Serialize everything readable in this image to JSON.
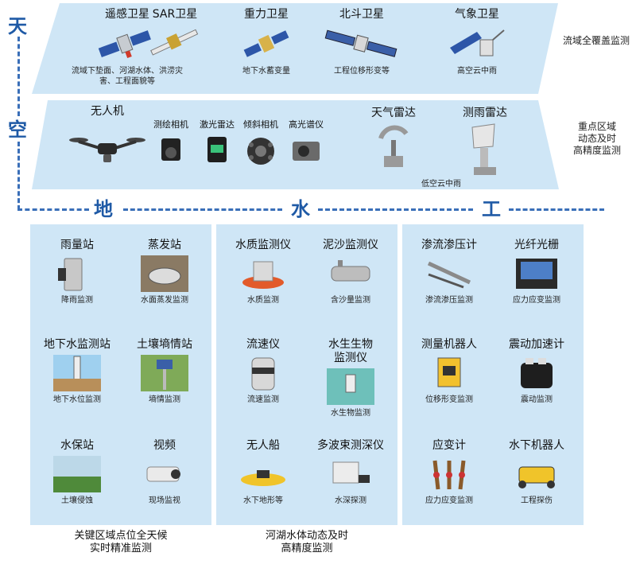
{
  "tiers": {
    "sky_char": "天",
    "air_char": "空",
    "ground_chars": [
      "地",
      "水",
      "工"
    ],
    "satellite_label": "流域全覆盖监测",
    "air_label": "重点区域\n动态及时\n高精度监测"
  },
  "satellites": [
    {
      "title": "遥感卫星",
      "desc": "流域下垫面、河湖水体、洪涝灾害、工程面貌等",
      "icon": "remote-sensing-satellite-icon"
    },
    {
      "title": "SAR卫星",
      "desc": "",
      "icon": "sar-satellite-icon"
    },
    {
      "title": "重力卫星",
      "desc": "地下水蓄变量",
      "icon": "gravity-satellite-icon"
    },
    {
      "title": "北斗卫星",
      "desc": "工程位移形变等",
      "icon": "beidou-satellite-icon"
    },
    {
      "title": "气象卫星",
      "desc": "高空云中雨",
      "icon": "weather-satellite-icon"
    }
  ],
  "air": {
    "drone_title": "无人机",
    "drone_payloads": [
      {
        "title": "测绘相机",
        "icon": "mapping-camera-icon"
      },
      {
        "title": "激光雷达",
        "icon": "lidar-icon"
      },
      {
        "title": "倾斜相机",
        "icon": "oblique-camera-icon"
      },
      {
        "title": "高光谱仪",
        "icon": "hyperspectral-icon"
      }
    ],
    "radars": [
      {
        "title": "天气雷达",
        "icon": "weather-radar-icon"
      },
      {
        "title": "测雨雷达",
        "icon": "rain-radar-icon"
      }
    ],
    "radar_desc": "低空云中雨"
  },
  "ground": {
    "columns": [
      {
        "items": [
          {
            "title": "雨量站",
            "desc": "降雨监测",
            "icon": "rain-gauge-icon"
          },
          {
            "title": "蒸发站",
            "desc": "水面蒸发监测",
            "icon": "evaporation-station-icon"
          },
          {
            "title": "地下水监测站",
            "desc": "地下水位监测",
            "icon": "groundwater-station-icon"
          },
          {
            "title": "土壤墒情站",
            "desc": "墒情监测",
            "icon": "soil-moisture-station-icon"
          },
          {
            "title": "水保站",
            "desc": "土壤侵蚀",
            "icon": "soil-conservation-icon"
          },
          {
            "title": "视频",
            "desc": "现场监视",
            "icon": "video-camera-icon"
          }
        ],
        "footer": "关键区域点位全天候\n实时精准监测"
      },
      {
        "items": [
          {
            "title": "水质监测仪",
            "desc": "水质监测",
            "icon": "water-quality-icon"
          },
          {
            "title": "泥沙监测仪",
            "desc": "含沙量监测",
            "icon": "sediment-monitor-icon"
          },
          {
            "title": "流速仪",
            "desc": "流速监测",
            "icon": "current-meter-icon"
          },
          {
            "title": "水生生物\n监测仪",
            "desc": "水生物监测",
            "icon": "aquatic-monitor-icon"
          },
          {
            "title": "无人船",
            "desc": "水下地形等",
            "icon": "unmanned-boat-icon"
          },
          {
            "title": "多波束测深仪",
            "desc": "水深探测",
            "icon": "multibeam-sounder-icon"
          }
        ],
        "footer": "河湖水体动态及时\n高精度监测"
      },
      {
        "items": [
          {
            "title": "渗流渗压计",
            "desc": "渗流渗压监测",
            "icon": "piezometer-icon"
          },
          {
            "title": "光纤光栅",
            "desc": "应力应变监测",
            "icon": "fiber-grating-icon"
          },
          {
            "title": "测量机器人",
            "desc": "位移形变监测",
            "icon": "total-station-icon"
          },
          {
            "title": "震动加速计",
            "desc": "震动监测",
            "icon": "accelerometer-icon"
          },
          {
            "title": "应变计",
            "desc": "应力应变监测",
            "icon": "strain-gauge-icon"
          },
          {
            "title": "水下机器人",
            "desc": "工程探伤",
            "icon": "underwater-robot-icon"
          }
        ],
        "footer": ""
      }
    ]
  },
  "colors": {
    "accent": "#1f5aa6",
    "panel": "#cfe6f6"
  }
}
